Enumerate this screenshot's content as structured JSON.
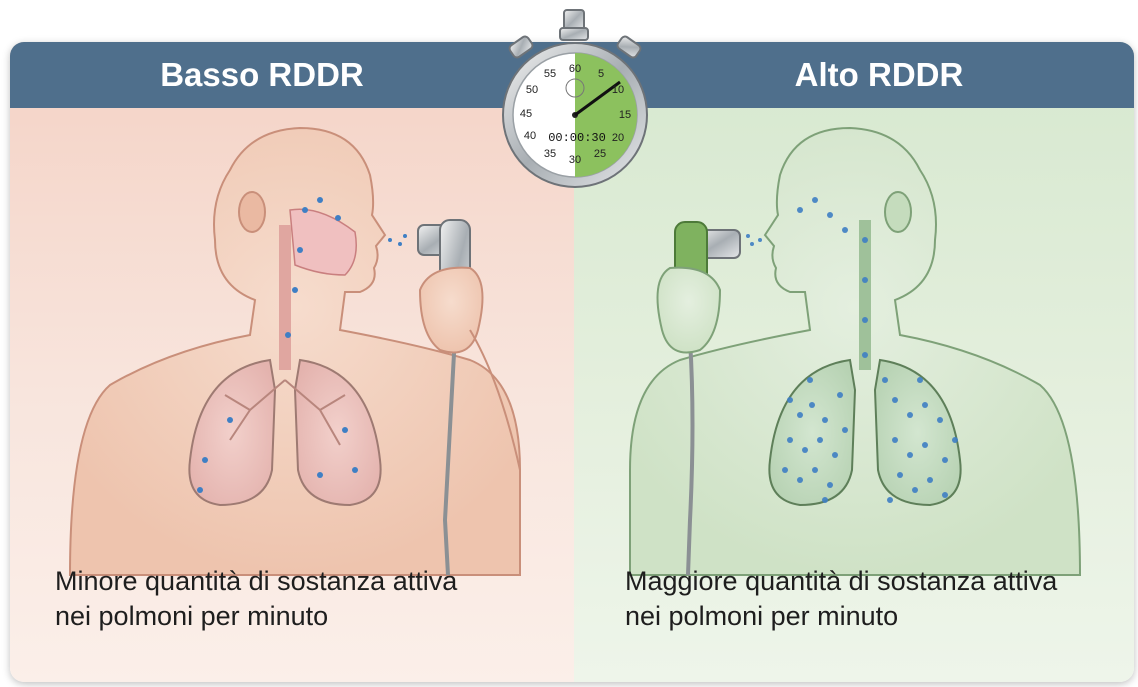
{
  "left_panel": {
    "title": "Basso RDDR",
    "caption_line1": "Minore quantità di sostanza attiva",
    "caption_line2": "nei polmoni per minuto",
    "background": "#f4d2c5"
  },
  "right_panel": {
    "title": "Alto RDDR",
    "caption_line1": "Maggiore quantità di sostanza attiva",
    "caption_line2": "nei polmoni per minuto",
    "background": "#d6e8cf"
  },
  "header_color": "#4f6f8c",
  "stopwatch": {
    "display": "00:00:30",
    "dial_numbers": [
      "60",
      "5",
      "10",
      "15",
      "20",
      "25",
      "30",
      "35",
      "40",
      "45",
      "50",
      "55"
    ],
    "elapsed_seconds": 30,
    "accent": "#7ab648"
  },
  "icons": [
    "stopwatch-icon",
    "inhaler-icon",
    "lungs-icon",
    "human-figure-icon"
  ]
}
